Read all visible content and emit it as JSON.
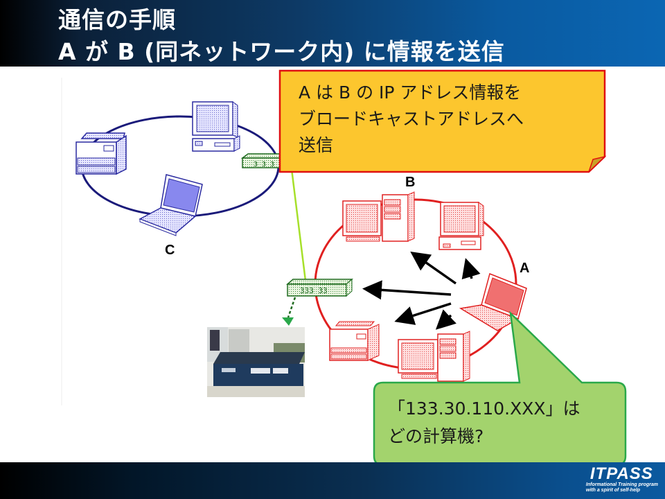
{
  "slide": {
    "title_line1": "通信の手順",
    "title_line2": "A が B (同ネットワーク内) に情報を送信"
  },
  "callouts": {
    "yellow": {
      "lines": [
        "A は B の IP アドレス情報を",
        "ブロードキャストアドレスへ",
        "送信"
      ],
      "fill": "#fcc62e",
      "border": "#e01010"
    },
    "green": {
      "lines": [
        "「133.30.110.XXX」は",
        "どの計算機?"
      ],
      "fill": "#a3d36d",
      "border": "#2aa84a"
    }
  },
  "nodes": {
    "label_a": "A",
    "label_b": "B",
    "label_c": "C"
  },
  "networks": {
    "blue_color": "#1a1a7a",
    "red_color": "#e02020",
    "hub_color": "#1e6a1e",
    "uplink_color": "#a6e02a"
  },
  "logo": {
    "name": "ITPASS",
    "tagline_1": "Informational Training program",
    "tagline_2": "with a spirit of self-help"
  }
}
